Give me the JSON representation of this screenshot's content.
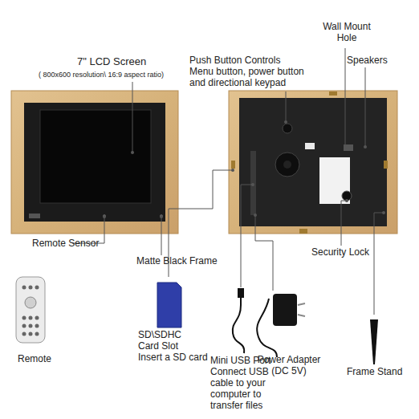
{
  "diagram": {
    "labels": [
      "7\" LCD Screen",
      "( 800x600 resolution\\ 16:9 aspect ratio)",
      "Push Button Controls",
      "Menu button, power button and directional keypad",
      "Wall Mount Hole",
      "Speakers",
      "Remote Sensor",
      "Matte Black Frame",
      "Security Lock",
      "Remote",
      "SD\\SDHC Card Slot",
      "Insert a SD card",
      "Mini USB Port",
      "Connect USB cable to your computer to transfer files",
      "Power Adapter (DC 5V)",
      "Frame Stand"
    ]
  }
}
